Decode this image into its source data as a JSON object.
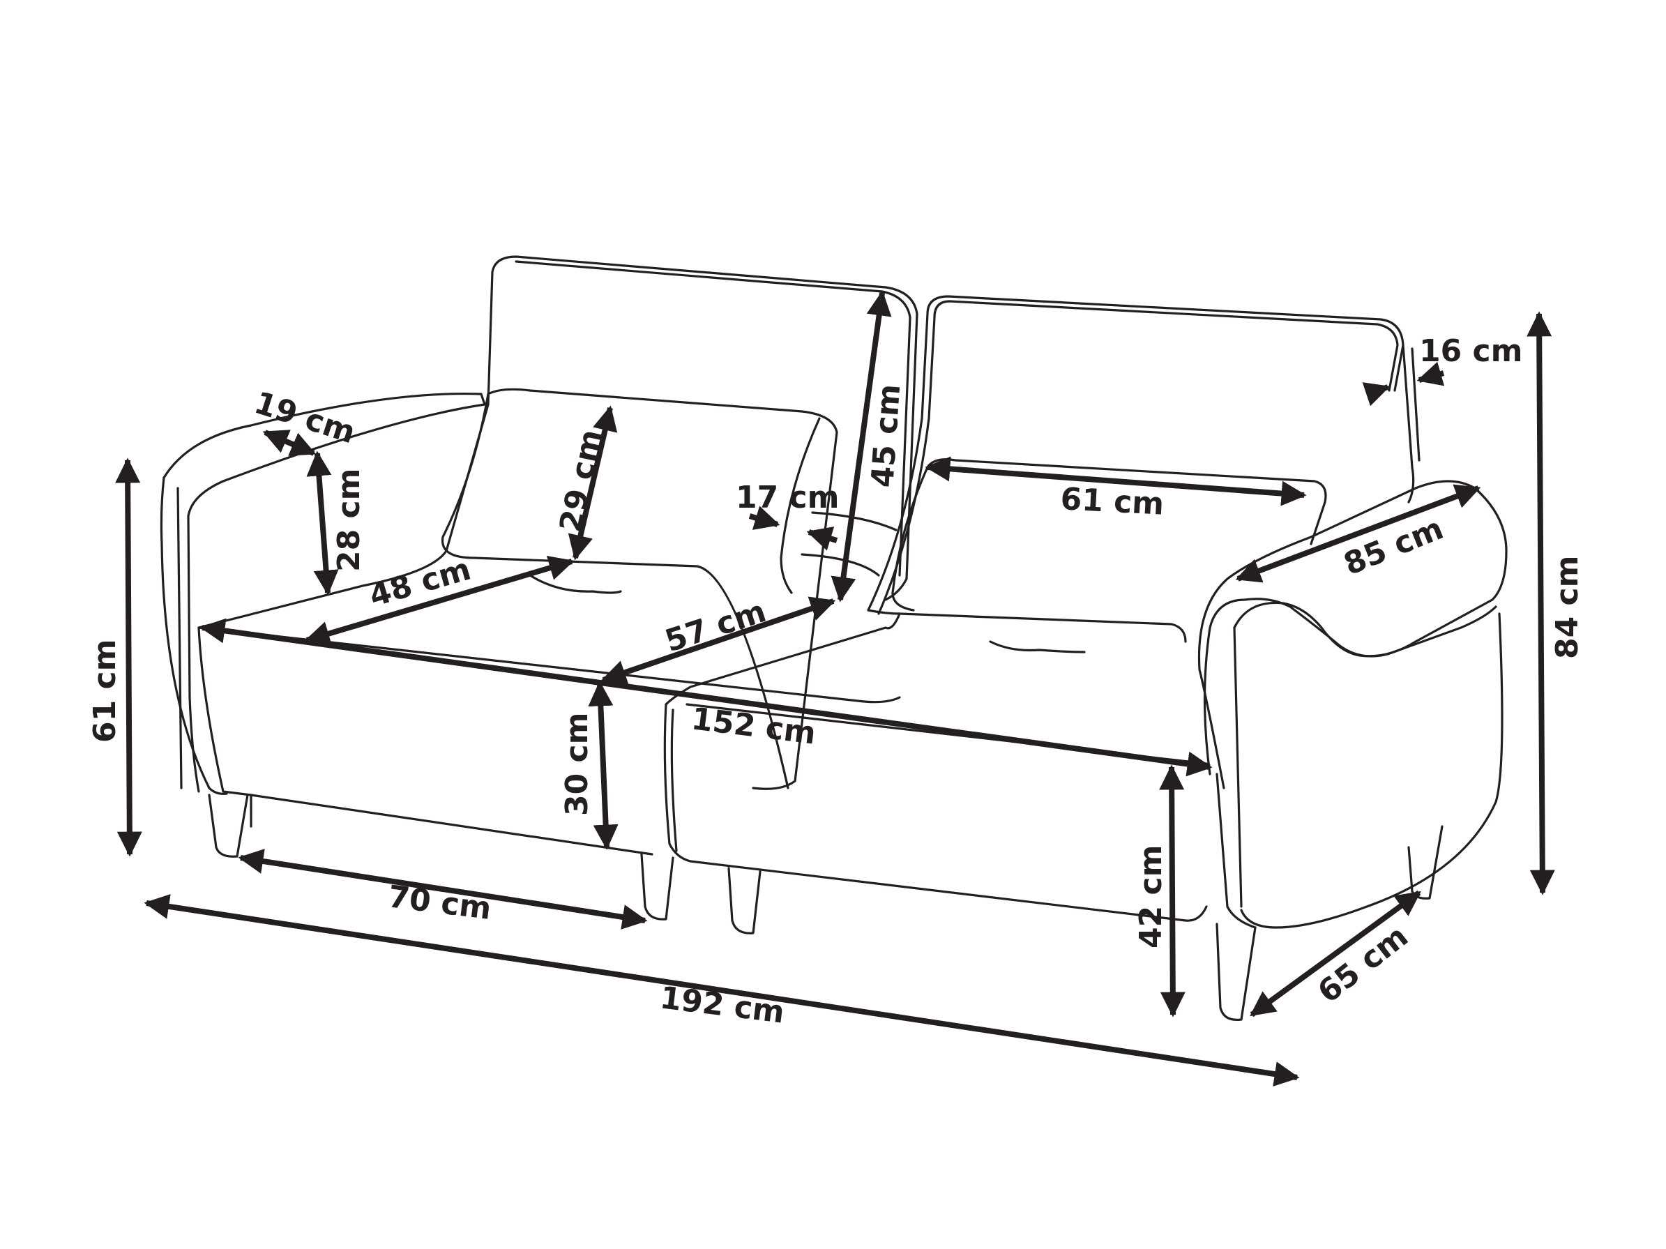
{
  "diagram": {
    "subject": "Two-seat sofa dimension drawing",
    "line_color": "#231f20",
    "background": "#ffffff"
  },
  "dimensions": {
    "armrest_width": "19 cm",
    "armrest_height_above_seat": "28 cm",
    "armrest_total_height": "61 cm",
    "seat_width_left": "48 cm",
    "pillow_height": "29 cm",
    "pillow_depth": "17 cm",
    "backrest_height": "45 cm",
    "seat_depth": "57 cm",
    "seat_cushion_height": "30 cm",
    "seat_total_width": "152 cm",
    "leg_span_front": "70 cm",
    "total_width": "192 cm",
    "pillow_width": "61 cm",
    "armrest_length": "85 cm",
    "backrest_thickness": "16 cm",
    "total_height": "84 cm",
    "seat_height": "42 cm",
    "leg_span_depth": "65 cm"
  }
}
